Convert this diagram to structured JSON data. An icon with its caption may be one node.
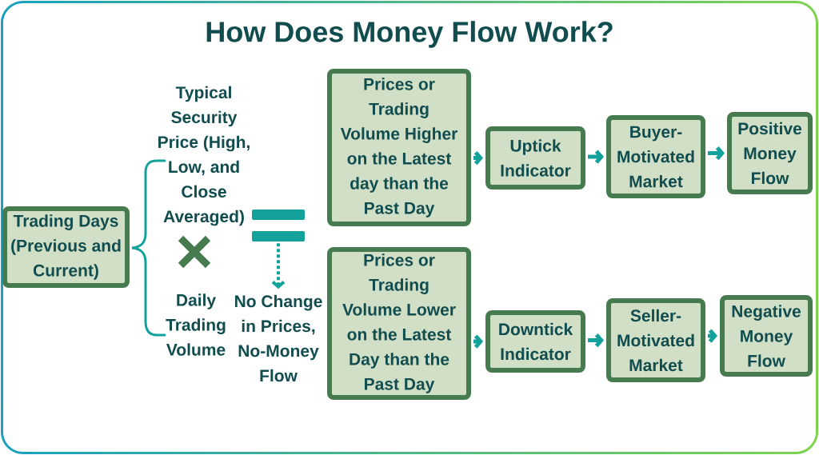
{
  "diagram": {
    "title": "How Does Money Flow Work?",
    "nodes": [
      {
        "text": [
          "Trading Days (Previous and Current)"
        ]
      },
      {
        "text": [],
        "shape": "picture"
      },
      {
        "text": [
          "No Change in Prices, No-Money Flow"
        ]
      },
      {
        "text": [
          "Prices or Trading Volume Higher on the Latest day than the Past Day"
        ]
      },
      {
        "text": [
          "Uptick Indicator"
        ]
      },
      {
        "text": [
          "Buyer-Motivated Market"
        ]
      },
      {
        "text": [
          "Positive Money Flow"
        ]
      },
      {
        "text": [
          "Prices or Trading Volume Lower on the Latest Day than the Past Day"
        ]
      },
      {
        "text": [
          "Downtick Indicator"
        ]
      },
      {
        "text": [
          "Seller-Motivated Market"
        ]
      },
      {
        "text": [
          "Negative Money Flow"
        ]
      }
    ],
    "edges": [
      {
        "from": 1,
        "to": 2,
        "arrow": "to",
        "style": "dashed"
      },
      {
        "from": 3,
        "to": 4,
        "arrow": "to"
      },
      {
        "from": 4,
        "to": 5,
        "arrow": "to"
      },
      {
        "from": 5,
        "to": 6,
        "arrow": "to"
      },
      {
        "from": 7,
        "to": 8,
        "arrow": "to"
      },
      {
        "from": 8,
        "to": 9,
        "arrow": "to"
      },
      {
        "from": 9,
        "to": 10,
        "arrow": "to"
      }
    ],
    "labels": [
      "Typical Security Price (High, Low, and Close Averaged)",
      "Daily Trading Volume"
    ]
  }
}
